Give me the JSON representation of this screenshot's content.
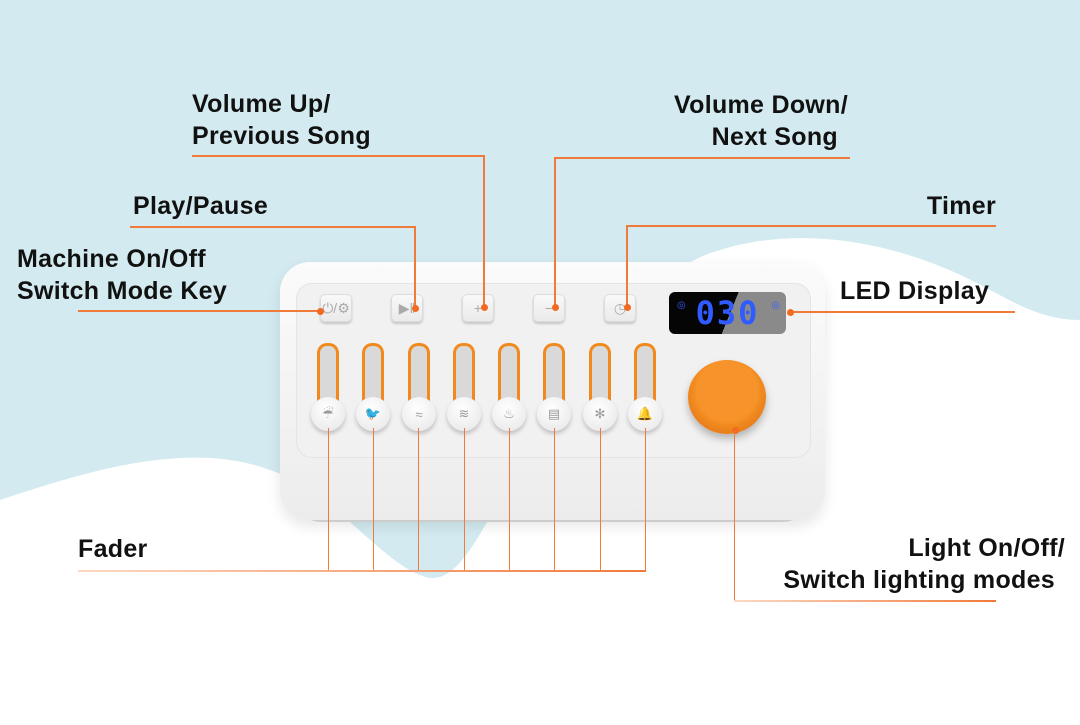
{
  "colors": {
    "background_wave": "#d3ebf0",
    "background": "#ffffff",
    "callout_line": "#f07a3a",
    "accent_orange": "#f08a1e",
    "led_digits": "#2f5bff"
  },
  "labels": {
    "volume_up": [
      "Volume Up/",
      "Previous Song"
    ],
    "volume_down": [
      "Volume Down/",
      "Next Song"
    ],
    "play_pause": "Play/Pause",
    "timer": "Timer",
    "machine": [
      "Machine On/Off",
      "Switch Mode Key"
    ],
    "led_display": "LED Display",
    "fader": "Fader",
    "light": [
      "Light On/Off/",
      "Switch lighting modes"
    ]
  },
  "device": {
    "buttons": [
      {
        "name": "power-mode",
        "icon": "power-gear-icon",
        "glyph": "⏻/⚙"
      },
      {
        "name": "play-pause",
        "icon": "play-pause-icon",
        "glyph": "▶‖"
      },
      {
        "name": "volume-up",
        "icon": "plus-icon",
        "glyph": "+"
      },
      {
        "name": "volume-down",
        "icon": "minus-icon",
        "glyph": "−"
      },
      {
        "name": "timer",
        "icon": "clock-icon",
        "glyph": "◷"
      }
    ],
    "led_value": "030",
    "faders": [
      {
        "icon": "rain-cloud-icon",
        "glyph": "☔"
      },
      {
        "icon": "bird-icon",
        "glyph": "🐦"
      },
      {
        "icon": "stream-icon",
        "glyph": "≈"
      },
      {
        "icon": "waves-icon",
        "glyph": "≋"
      },
      {
        "icon": "fire-icon",
        "glyph": "♨"
      },
      {
        "icon": "fan-icon",
        "glyph": "▤"
      },
      {
        "icon": "cricket-icon",
        "glyph": "✻"
      },
      {
        "icon": "bell-icon",
        "glyph": "🔔"
      }
    ]
  }
}
